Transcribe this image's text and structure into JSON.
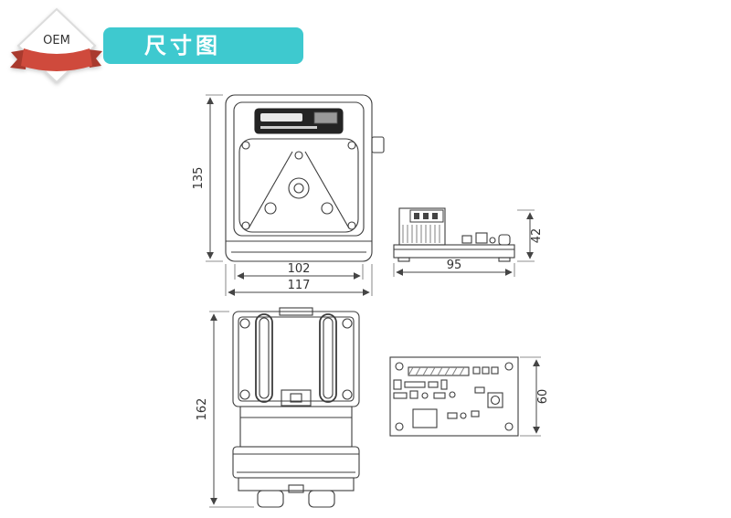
{
  "badge": {
    "label": "OEM"
  },
  "header": {
    "title": "尺寸图",
    "accent_color": "#3ec9cf",
    "ribbon_color": "#cf4a3c",
    "ribbon_dark": "#a93a2e"
  },
  "drawings": {
    "front_view": {
      "dim_height": "135",
      "dim_width_inner": "102",
      "dim_width_outer": "117"
    },
    "side_view": {
      "dim_height": "42",
      "dim_width": "95"
    },
    "bottom_view": {
      "dim_height": "162"
    },
    "pcb_view": {
      "dim_height": "60"
    }
  }
}
